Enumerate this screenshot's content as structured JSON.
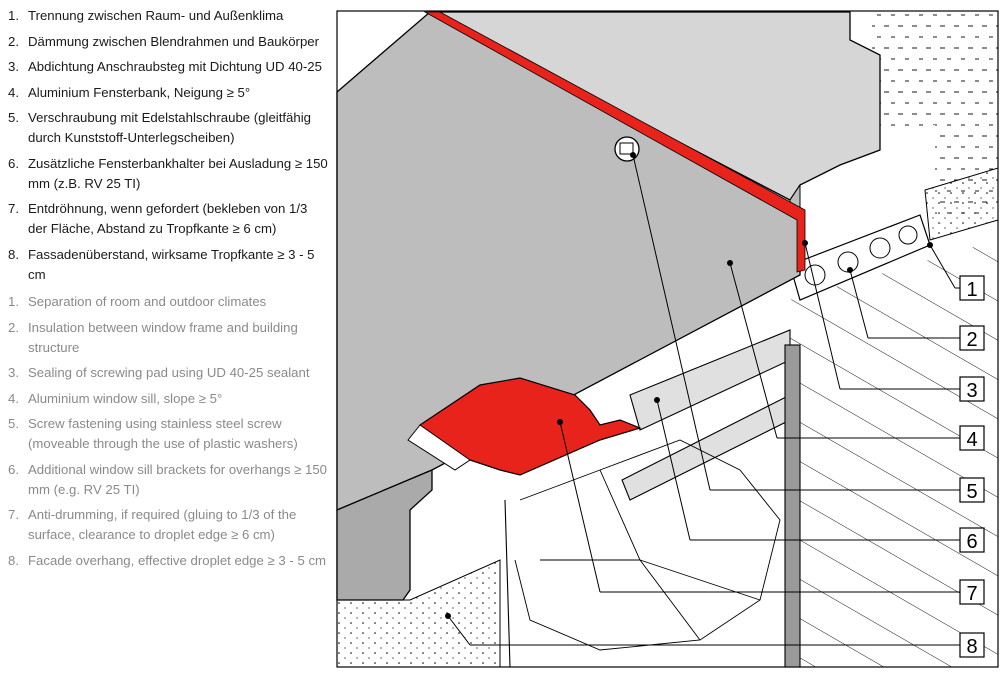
{
  "legend_de": [
    {
      "num": "1.",
      "text": "Trennung zwischen Raum- und Außenklima"
    },
    {
      "num": "2.",
      "text": "Dämmung zwischen Blendrahmen und Baukörper"
    },
    {
      "num": "3.",
      "text": "Abdichtung Anschraubsteg mit Dichtung UD 40-25"
    },
    {
      "num": "4.",
      "text": "Aluminium Fensterbank, Neigung ≥ 5°"
    },
    {
      "num": "5.",
      "text": "Verschraubung mit Edelstahlschraube (gleitfähig durch Kunststoff-Unterlegscheiben)"
    },
    {
      "num": "6.",
      "text": "Zusätzliche Fensterbankhalter bei Ausladung ≥ 150 mm (z.B. RV 25 TI)"
    },
    {
      "num": "7.",
      "text": "Entdröhnung, wenn gefordert (bekleben von 1/3 der Fläche, Abstand zu Tropfkante ≥ 6 cm)"
    },
    {
      "num": "8.",
      "text": "Fassadenüberstand, wirksame Tropfkante ≥ 3 - 5 cm"
    }
  ],
  "legend_en": [
    {
      "num": "1.",
      "text": "Separation of room and outdoor climates"
    },
    {
      "num": "2.",
      "text": "Insulation between window frame and building structure"
    },
    {
      "num": "3.",
      "text": "Sealing of screwing pad using UD 40-25 sealant"
    },
    {
      "num": "4.",
      "text": "Aluminium window sill, slope ≥ 5°"
    },
    {
      "num": "5.",
      "text": "Screw fastening using stainless steel screw (moveable through the use of plastic washers)"
    },
    {
      "num": "6.",
      "text": "Additional window sill brackets for overhangs ≥ 150 mm (e.g. RV 25 TI)"
    },
    {
      "num": "7.",
      "text": "Anti-drumming, if required (gluing to 1/3 of the surface, clearance to droplet edge ≥ 6 cm)"
    },
    {
      "num": "8.",
      "text": "Facade overhang, effective droplet edge ≥ 3 - 5 cm"
    }
  ],
  "callouts": [
    "1",
    "2",
    "3",
    "4",
    "5",
    "6",
    "7",
    "8"
  ],
  "colors": {
    "seal_red": "#e8231c",
    "sill_grey": "#bdbdbd",
    "frame_grey": "#d6d6d6",
    "line": "#000000",
    "legend_de_text": "#1a1a1a",
    "legend_en_text": "#8a8a8a"
  }
}
